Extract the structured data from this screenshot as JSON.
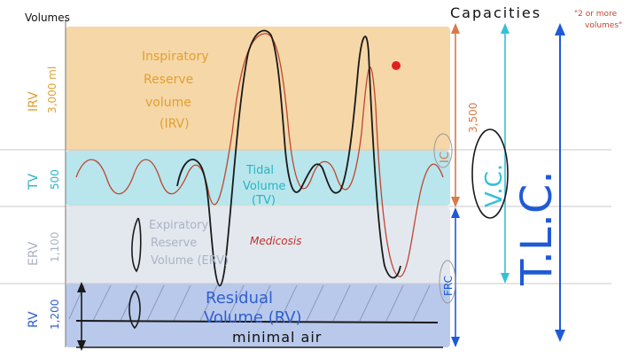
{
  "header": {
    "volumes_title": "Volumes",
    "capacities_title": "Capacities",
    "capacities_note_line1": "\"2 or more",
    "capacities_note_line2": "volumes\""
  },
  "bands": {
    "irv": {
      "abbr": "IRV",
      "value": "3,000 ml",
      "title_lines": [
        "Inspiratory",
        "Reserve",
        "volume",
        "(IRV)"
      ],
      "color": "#f6d7a8"
    },
    "tv": {
      "abbr": "TV",
      "value": "500",
      "title_lines": [
        "Tidal",
        "Volume",
        "(TV)"
      ],
      "color": "#b8e6ec"
    },
    "erv": {
      "abbr": "ERV",
      "value": "1,100",
      "title_lines": [
        "Expiratory",
        "Reserve",
        "Volume (ERV)"
      ],
      "color": "#e3e8ef"
    },
    "rv": {
      "abbr": "RV",
      "value": "1,200",
      "title_lines": [
        "Residual",
        "Volume (RV)"
      ],
      "note": "minimal air",
      "color": "#b9c9ec"
    }
  },
  "brand": "Medicosis",
  "capacities": {
    "ic": {
      "abbr": "IC",
      "value": "3,500"
    },
    "frc": {
      "abbr": "FRC"
    },
    "vc": {
      "abbr": "V.C."
    },
    "tlc": {
      "abbr": "T.L.C."
    }
  },
  "colors": {
    "irv_text": "#e0a030",
    "tv_text": "#2ab3c4",
    "erv_text": "#a9b4c4",
    "rv_text": "#2f5fd0",
    "brand": "#c0302a",
    "ic_arrow": "#d97a4a",
    "frc_arrow": "#1f5ad6",
    "vc_arrow": "#35c0d8",
    "tlc_arrow": "#1f5ad6",
    "vc_text": "#35c0d8",
    "tlc_text": "#1f5ad6"
  }
}
